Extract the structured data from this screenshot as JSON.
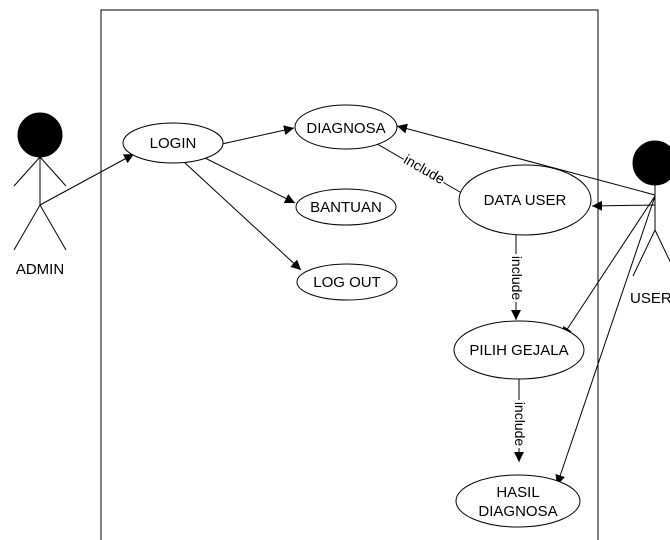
{
  "actors": {
    "admin": "ADMIN",
    "user": "USER"
  },
  "use_cases": {
    "login": "LOGIN",
    "diagnosa": "DIAGNOSA",
    "bantuan": "BANTUAN",
    "log_out": "LOG OUT",
    "data_user": "DATA USER",
    "pilih_gejala": "PILIH GEJALA",
    "hasil_diagnosa_line1": "HASIL",
    "hasil_diagnosa_line2": "DIAGNOSA"
  },
  "relations": {
    "include_diagnosa_datauser": "include",
    "include_datauser_pilihgejala": "include",
    "include_pilihgejala_hasil": "include"
  },
  "colors": {
    "stroke": "#000000",
    "background": "#ffffff"
  }
}
